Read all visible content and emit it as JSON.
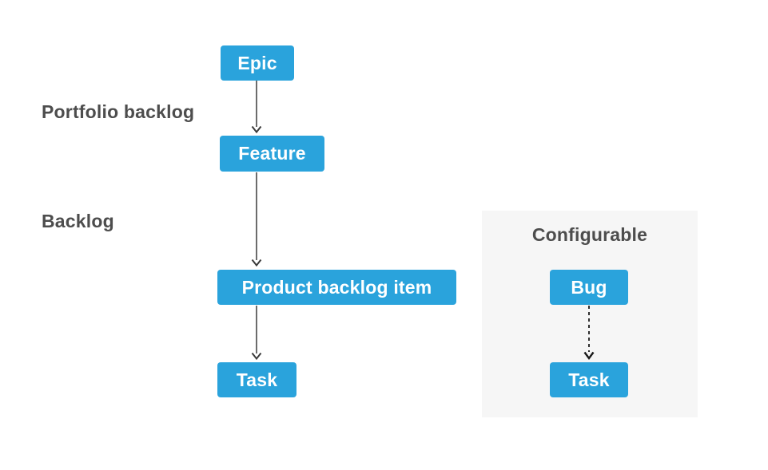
{
  "diagram": {
    "type": "flow-hierarchy",
    "labels": {
      "portfolio_backlog": "Portfolio backlog",
      "backlog": "Backlog",
      "configurable": "Configurable"
    },
    "nodes": {
      "epic": {
        "label": "Epic"
      },
      "feature": {
        "label": "Feature"
      },
      "product_backlog_item": {
        "label": "Product backlog item"
      },
      "task": {
        "label": "Task"
      },
      "bug": {
        "label": "Bug"
      },
      "configurable_task": {
        "label": "Task"
      }
    },
    "edges": [
      {
        "from": "epic",
        "to": "feature",
        "style": "solid"
      },
      {
        "from": "feature",
        "to": "product_backlog_item",
        "style": "solid"
      },
      {
        "from": "product_backlog_item",
        "to": "task",
        "style": "solid"
      },
      {
        "from": "bug",
        "to": "configurable_task",
        "style": "dashed"
      }
    ],
    "colors": {
      "node_fill": "#2aa3dc",
      "node_text": "#ffffff",
      "label_text": "#4d4d4d",
      "panel_background": "#f6f6f6",
      "arrow": "#3a3a3a",
      "page_background": "#ffffff"
    }
  }
}
